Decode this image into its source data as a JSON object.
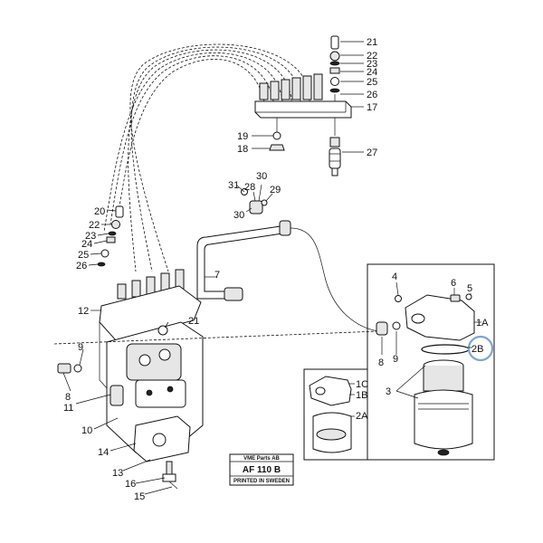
{
  "callouts": {
    "top": [
      "21",
      "22",
      "23",
      "24",
      "25",
      "26",
      "17",
      "19",
      "18",
      "27"
    ],
    "mid": [
      "31",
      "28",
      "30",
      "29",
      "30",
      "7"
    ],
    "left": [
      "20",
      "22",
      "23",
      "24",
      "25",
      "26",
      "12",
      "21",
      "9",
      "8",
      "11",
      "10",
      "14",
      "13",
      "16",
      "15"
    ],
    "filter": [
      "4",
      "6",
      "5",
      "1A",
      "2B",
      "8",
      "9",
      "3"
    ],
    "inset": [
      "1C",
      "1B",
      "2A"
    ]
  },
  "plate": {
    "brand": "VME Parts AB",
    "code": "AF 110 B",
    "printed": "PRINTED IN SWEDEN"
  },
  "highlight_color": "#7aa6d6"
}
